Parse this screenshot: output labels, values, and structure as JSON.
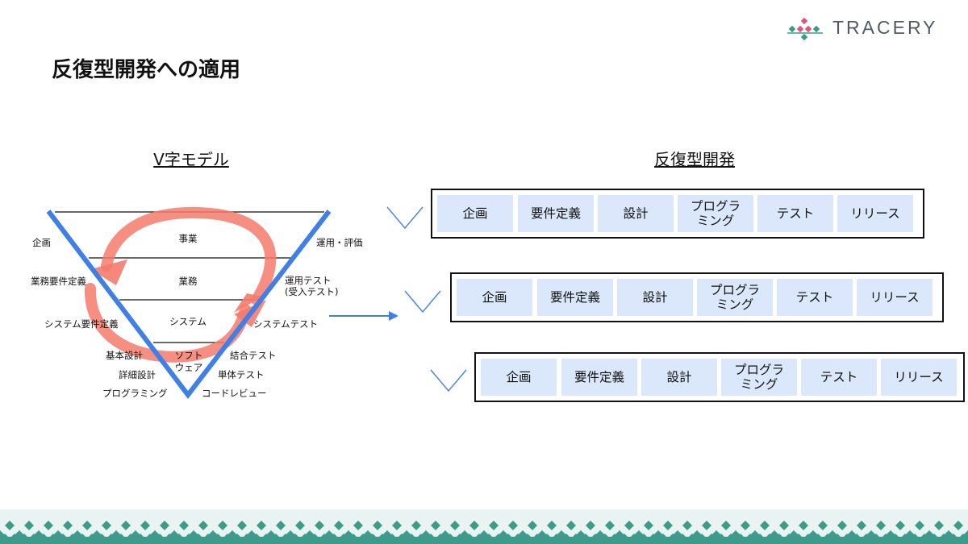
{
  "header": {
    "logo_text": "TRACERY",
    "title": "反復型開発への適用"
  },
  "vmodel": {
    "heading": "V字モデル",
    "levels": [
      "事業",
      "業務",
      "システム"
    ],
    "software_label": [
      "ソフト",
      "ウェア"
    ],
    "left_labels": [
      "企画",
      "業務要件定義",
      "システム要件定義",
      "基本設計",
      "詳細設計",
      "プログラミング"
    ],
    "right_labels": [
      "運用・評価",
      "運用テスト",
      "(受入テスト)",
      "システムテスト",
      "結合テスト",
      "単体テスト",
      "コードレビュー"
    ]
  },
  "iterative": {
    "heading": "反復型開発",
    "iterations": [
      {
        "phases": [
          {
            "line1": "企画",
            "line2": ""
          },
          {
            "line1": "要件定義",
            "line2": ""
          },
          {
            "line1": "設計",
            "line2": ""
          },
          {
            "line1": "プログラ",
            "line2": "ミング"
          },
          {
            "line1": "テスト",
            "line2": ""
          },
          {
            "line1": "リリース",
            "line2": ""
          }
        ]
      },
      {
        "phases": [
          {
            "line1": "企画",
            "line2": ""
          },
          {
            "line1": "要件定義",
            "line2": ""
          },
          {
            "line1": "設計",
            "line2": ""
          },
          {
            "line1": "プログラ",
            "line2": "ミング"
          },
          {
            "line1": "テスト",
            "line2": ""
          },
          {
            "line1": "リリース",
            "line2": ""
          }
        ]
      },
      {
        "phases": [
          {
            "line1": "企画",
            "line2": ""
          },
          {
            "line1": "要件定義",
            "line2": ""
          },
          {
            "line1": "設計",
            "line2": ""
          },
          {
            "line1": "プログラ",
            "line2": "ミング"
          },
          {
            "line1": "テスト",
            "line2": ""
          },
          {
            "line1": "リリース",
            "line2": ""
          }
        ]
      }
    ]
  },
  "colors": {
    "v_line": "#3f7fe6",
    "cycle_arrow": "#f47b6b",
    "phase_fill": "#dbe8fb",
    "chevron": "#4a86e8",
    "footer_teal": "#3d9b8b"
  }
}
